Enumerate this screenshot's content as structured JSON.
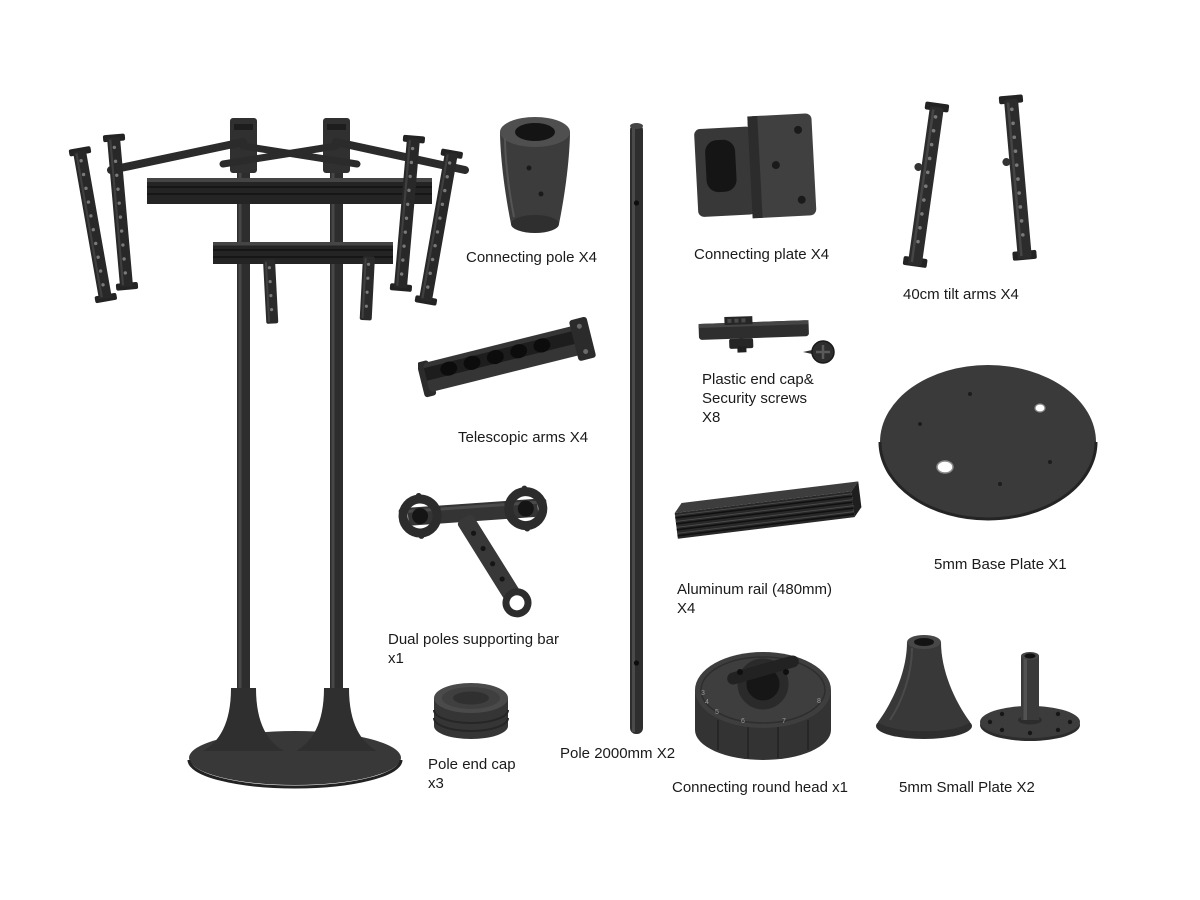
{
  "colors": {
    "background": "#ffffff",
    "part_dark": "#282828",
    "part_mid": "#3a3a3a",
    "part_light": "#4a4a4a",
    "hole_dark": "#151515",
    "label_text": "#1a1a1a"
  },
  "parts": {
    "connecting_pole": {
      "label": "Connecting pole X4"
    },
    "connecting_plate": {
      "label": "Connecting plate X4"
    },
    "tilt_arms": {
      "label": "40cm tilt arms X4"
    },
    "telescopic_arms": {
      "label": "Telescopic arms X4"
    },
    "plastic_end_cap": {
      "line1": "Plastic end cap&",
      "line2": "Security screws",
      "line3": "X8"
    },
    "base_plate": {
      "label": "5mm Base Plate X1"
    },
    "aluminum_rail": {
      "line1": "Aluminum rail (480mm)",
      "line2": "X4"
    },
    "supporting_bar": {
      "line1": "Dual poles supporting bar",
      "line2": "x1"
    },
    "pole_end_cap": {
      "line1": "Pole end cap",
      "line2": "x3"
    },
    "pole": {
      "label": "Pole 2000mm X2"
    },
    "round_head": {
      "label": "Connecting round head x1",
      "dial": [
        "3",
        "4",
        "5",
        "6",
        "7",
        "8"
      ]
    },
    "small_plate": {
      "label": "5mm Small Plate X2"
    }
  }
}
